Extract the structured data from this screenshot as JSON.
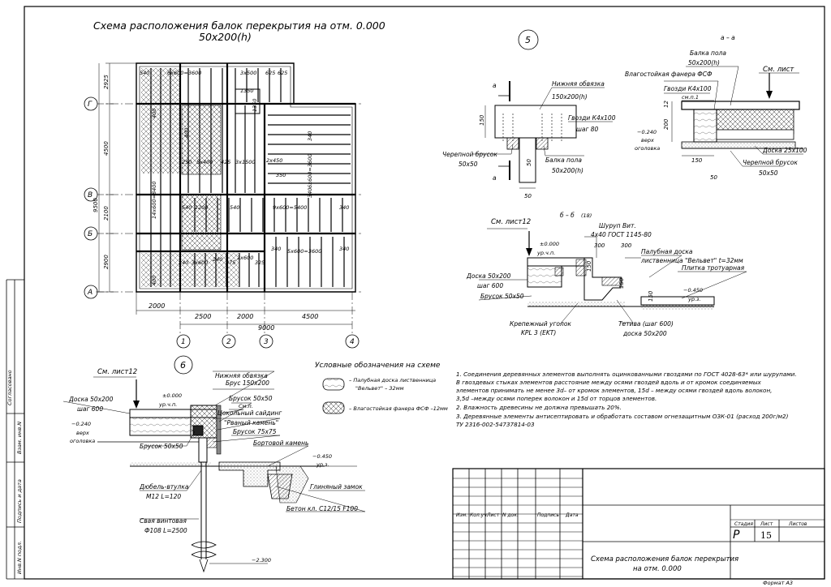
{
  "title": {
    "line1": "Схема расположения балок перекрытия на отм. 0.000",
    "line2": "50х200(h)"
  },
  "plan": {
    "axes_rows": [
      "Г",
      "В",
      "Б",
      "А"
    ],
    "axes_cols": [
      "1",
      "2",
      "3",
      "4"
    ],
    "dims_left": [
      "2925",
      "4500",
      "9500",
      "2100",
      "2900"
    ],
    "dims_bottom_row1": [
      "2000",
      "2500",
      "2000",
      "4500"
    ],
    "dims_bottom_total": "9000",
    "labels": {
      "l540a": "540",
      "l6x600": "6х600=3600",
      "l3x500": "3х500",
      "l625a": "625",
      "l625b": "625",
      "l1350a": "1350",
      "l1350b": "1350",
      "l400a": "400",
      "l400b": "400",
      "l250": "250",
      "l5x400": "5х400",
      "l425": "425",
      "l3x1500": "3х1500",
      "l2x450": "2х450",
      "l350": "350",
      "l340a": "340",
      "l6x600b": "6х600=3600",
      "l340b": "340",
      "l14x600": "14х600=8400",
      "l540b": "540",
      "l1200": "1200",
      "l540c": "540",
      "l9x600": "9х600=5400",
      "l340c": "340",
      "l340d": "340",
      "l5x600": "5х600=3600",
      "l340e": "340",
      "l240a": "240",
      "l3x600": "3х600",
      "l240b": "240",
      "l375": "375",
      "l2x600": "2х600",
      "l325": "325",
      "l400c": "400"
    }
  },
  "detail5": {
    "circle": "5",
    "section": "а",
    "n_lower": "Нижняя обвязка",
    "n_lower_size": "150х200(h)",
    "n_nails": "Гвозди К4х100",
    "n_nails_step": "шаг 80",
    "n_brusok": "Черепной брусок",
    "n_brusok_size": "50х50",
    "n_beam": "Балка пола",
    "n_beam_size": "50х200(h)",
    "d150": "150",
    "d50a": "50",
    "d50b": "50"
  },
  "detailAA": {
    "title": "а – а",
    "n_beam": "Балка пола",
    "n_beam_size": "50х200(h)",
    "n_see": "См. лист",
    "n_plywood": "Влагостойкая фанера ФСФ",
    "n_nails": "Гвозди К4х100",
    "n_cmp": "см.п.1",
    "n_level": "−0.240",
    "n_level2": "верх",
    "n_level3": "оголовка",
    "n_board": "Доска 25х100",
    "n_brusok": "Черепной брусок",
    "n_brusok_size": "50х50",
    "d12": "12",
    "d200": "200",
    "d150": "150",
    "d50": "50"
  },
  "detailBB": {
    "title": "б – б",
    "title_sub": "(18)",
    "n_see": "См. лист12",
    "n_screw": "Шуруп Вит.",
    "n_screw2": "4х40 ГОСТ 1145-80",
    "n_lvl0": "±0.000",
    "n_lvl0b": "ур.ч.п.",
    "d300a": "300",
    "d300b": "300",
    "n_deck": "Палубная доска",
    "n_deck2": "лиственница \"Вельвет\" t=32мм",
    "n_tile": "Плитка тротуарная",
    "n_board": "Доска 50х200",
    "n_board2": "шаг 600",
    "n_brusok": "Брусок 50х50",
    "d150a": "150",
    "d150b": "150",
    "d150c": "150",
    "n_lvl450": "−0.450",
    "n_lvl450b": "ур.з.",
    "n_corner": "Крепежный уголок",
    "n_corner2": "KPL 3 (EKT)",
    "n_tetiva": "Тетива (шаг 600)",
    "n_tetiva2": "доска 50х200"
  },
  "detail6": {
    "circle": "6",
    "n_see": "См. лист12",
    "n_lower": "Нижняя обвязка",
    "n_brus": "Брус 150х200",
    "n_lvl0": "±0.000",
    "n_lvl0b": "ур.ч.п.",
    "n_brus50": "Брусок 50х50",
    "n_board": "Доска 50х200",
    "n_board2": "шаг 600",
    "n_cmp": "См.п.",
    "n_lvl240": "−0.240",
    "n_lvl240b": "верх",
    "n_lvl240c": "оголовка",
    "n_siding": "Цокольный сайдинг",
    "n_siding2": "\"Рваный камень\"",
    "n_brusok": "Брусок 50х50",
    "n_brusok75": "Брусок 75х75",
    "n_curb": "Бортовой камень",
    "n_lvl450": "−0.450",
    "n_lvl450b": "ур.з.",
    "n_clay": "Глиняный замок",
    "n_dowel": "Дюбель-втулка",
    "n_dowel2": "M12 L=120",
    "n_concrete": "Бетон кл. С12/15 F100",
    "n_pile": "Свая винтовая",
    "n_pile2": "Ф108 L=2500",
    "n_lvl2300": "−2.300"
  },
  "legend": {
    "title": "Условные обозначения на схеме",
    "item1a": "– Палубная доска лиственница",
    "item1b": "\"Вельвет\" – 32мм",
    "item2": "– Влагостойкая фанера ФСФ –12мм"
  },
  "notes": [
    "1. Соединения деревянных элементов выполнять оцинкованными гвоздями по ГОСТ 4028-63* или шурупами.",
    "В гвоздевых стыках элементов  расстояние между осями гвоздей вдоль и от кромок соединяемых",
    "элементов принимать не менее 3d– от кромок элементов, 15d – между осями гвоздей вдоль  волокон,",
    "3,5d –между осями поперек  волокон и 15d от торцов элементов.",
    "2. Влажность древесины не должна превышать 20%.",
    "3. Деревянные элементы антисептировать и обработать составом огнезащитным ОЗК-01 (расход 200г/м2)",
    "    ТУ 2316-002-54737814-03"
  ],
  "stamp": {
    "cols": [
      "Изм.",
      "Кол.уч.",
      "Лист",
      "N док.",
      "Подпись",
      "Дата"
    ],
    "stage_h": "Стадия",
    "sheet_h": "Лист",
    "sheets_h": "Листов",
    "stage": "Р",
    "sheet": "15",
    "title1": "Схема расположения балок перекрытия",
    "title2": "на отм. 0.000",
    "format": "Формат А3"
  },
  "side": {
    "s1": "Согласовано",
    "s2": "Взам. инв.N",
    "s3": "Подпись и дата",
    "s4": "Инв.N подл."
  }
}
